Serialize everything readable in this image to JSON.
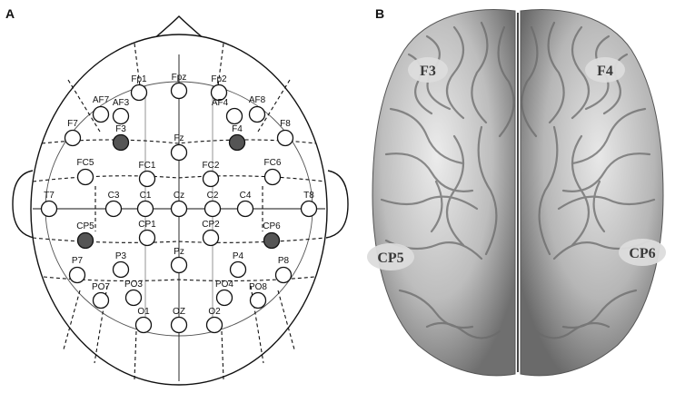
{
  "panels": {
    "a_label": "A",
    "b_label": "B"
  },
  "colors": {
    "line": "#111111",
    "electrode_fill": "#ffffff",
    "highlight_fill": "#555555",
    "brain_light": "#e6e6e6",
    "brain_dark": "#7a7a7a",
    "label_bg": "#d9d9d9"
  },
  "electrodes": [
    {
      "id": "FP1",
      "label": "Fp1",
      "highlight": false
    },
    {
      "id": "FPZ",
      "label": "Fpz",
      "highlight": false
    },
    {
      "id": "FP2",
      "label": "Fp2",
      "highlight": false
    },
    {
      "id": "AF7",
      "label": "AF7",
      "highlight": false
    },
    {
      "id": "AF3",
      "label": "AF3",
      "highlight": false
    },
    {
      "id": "AF4",
      "label": "AF4",
      "highlight": false
    },
    {
      "id": "AF8",
      "label": "AF8",
      "highlight": false
    },
    {
      "id": "F7",
      "label": "F7",
      "highlight": false
    },
    {
      "id": "F3",
      "label": "F3",
      "highlight": true
    },
    {
      "id": "FZ",
      "label": "Fz",
      "highlight": false
    },
    {
      "id": "F4",
      "label": "F4",
      "highlight": true
    },
    {
      "id": "F8",
      "label": "F8",
      "highlight": false
    },
    {
      "id": "FC5",
      "label": "FC5",
      "highlight": false
    },
    {
      "id": "FC1",
      "label": "FC1",
      "highlight": false
    },
    {
      "id": "FC2",
      "label": "FC2",
      "highlight": false
    },
    {
      "id": "FC6",
      "label": "FC6",
      "highlight": false
    },
    {
      "id": "T7",
      "label": "T7",
      "highlight": false
    },
    {
      "id": "C3",
      "label": "C3",
      "highlight": false
    },
    {
      "id": "C1",
      "label": "C1",
      "highlight": false
    },
    {
      "id": "CZ",
      "label": "Cz",
      "highlight": false
    },
    {
      "id": "C2",
      "label": "C2",
      "highlight": false
    },
    {
      "id": "C4",
      "label": "C4",
      "highlight": false
    },
    {
      "id": "T8",
      "label": "T8",
      "highlight": false
    },
    {
      "id": "CP5",
      "label": "CP5",
      "highlight": true
    },
    {
      "id": "CP1",
      "label": "CP1",
      "highlight": false
    },
    {
      "id": "CP2",
      "label": "CP2",
      "highlight": false
    },
    {
      "id": "CP6",
      "label": "CP6",
      "highlight": true
    },
    {
      "id": "P7",
      "label": "P7",
      "highlight": false
    },
    {
      "id": "P3",
      "label": "P3",
      "highlight": false
    },
    {
      "id": "PZ",
      "label": "Pz",
      "highlight": false
    },
    {
      "id": "P4",
      "label": "P4",
      "highlight": false
    },
    {
      "id": "P8",
      "label": "P8",
      "highlight": false
    },
    {
      "id": "PO7",
      "label": "PO7",
      "highlight": false
    },
    {
      "id": "PO3",
      "label": "PO3",
      "highlight": false
    },
    {
      "id": "PO4",
      "label": "PO4",
      "highlight": false
    },
    {
      "id": "PO8",
      "label": "PO8",
      "highlight": false
    },
    {
      "id": "O1",
      "label": "O1",
      "highlight": false
    },
    {
      "id": "OZ",
      "label": "OZ",
      "highlight": false
    },
    {
      "id": "O2",
      "label": "O2",
      "highlight": false
    }
  ],
  "brain_labels": {
    "f3": "F3",
    "f4": "F4",
    "cp5": "CP5",
    "cp6": "CP6"
  }
}
